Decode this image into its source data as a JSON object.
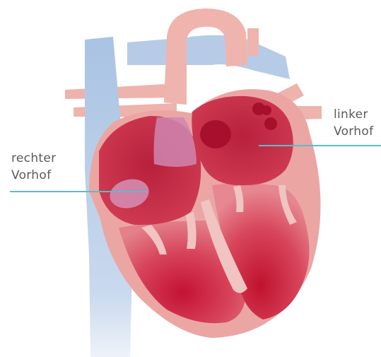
{
  "labels": {
    "right_atrium": {
      "line1": "rechter",
      "line2": "Vorhof"
    },
    "left_atrium": {
      "line1": "linker",
      "line2": "Vorhof"
    }
  },
  "colors": {
    "leader_line": "#5bbccd",
    "vein_blue": "#b7cde6",
    "artery_pink": "#eeb1ab",
    "heart_wall": "#e9a4a3",
    "chamber_red": "#c42b41",
    "chamber_dark": "#b01832",
    "highlight_lilac": "#c98fb8"
  }
}
